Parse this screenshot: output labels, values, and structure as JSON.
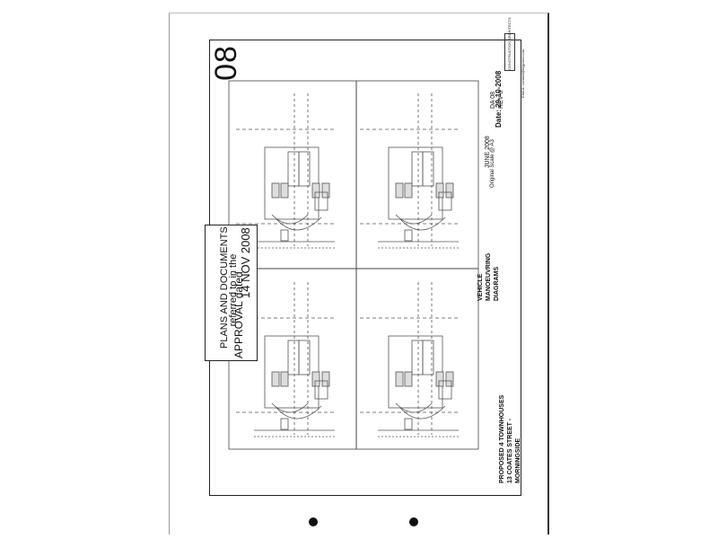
{
  "sheet": {
    "number": "08"
  },
  "titleblock": {
    "date": "Date: 29-10-2008",
    "da_no": "DA 08",
    "rev": "REV 0",
    "issue": "JUNE 2008",
    "note": "Original Scale @ A3",
    "drawing_title": [
      "VEHICLE",
      "MANOEUVRING",
      "DIAGRAMS"
    ],
    "project": [
      "PROPOSED 4 TOWNHOUSES",
      "13 COATES STREET -",
      "MORNINGSIDE"
    ],
    "firm": "CONSTRUCTION ARCHITECTS",
    "email": "EMAIL: contact@bigpond.com"
  },
  "stamp": {
    "line1": "PLANS AND DOCUMENTS",
    "line2": "referred to in the",
    "line3": "APPROVAL dated",
    "date": "14 NOV 2008"
  }
}
